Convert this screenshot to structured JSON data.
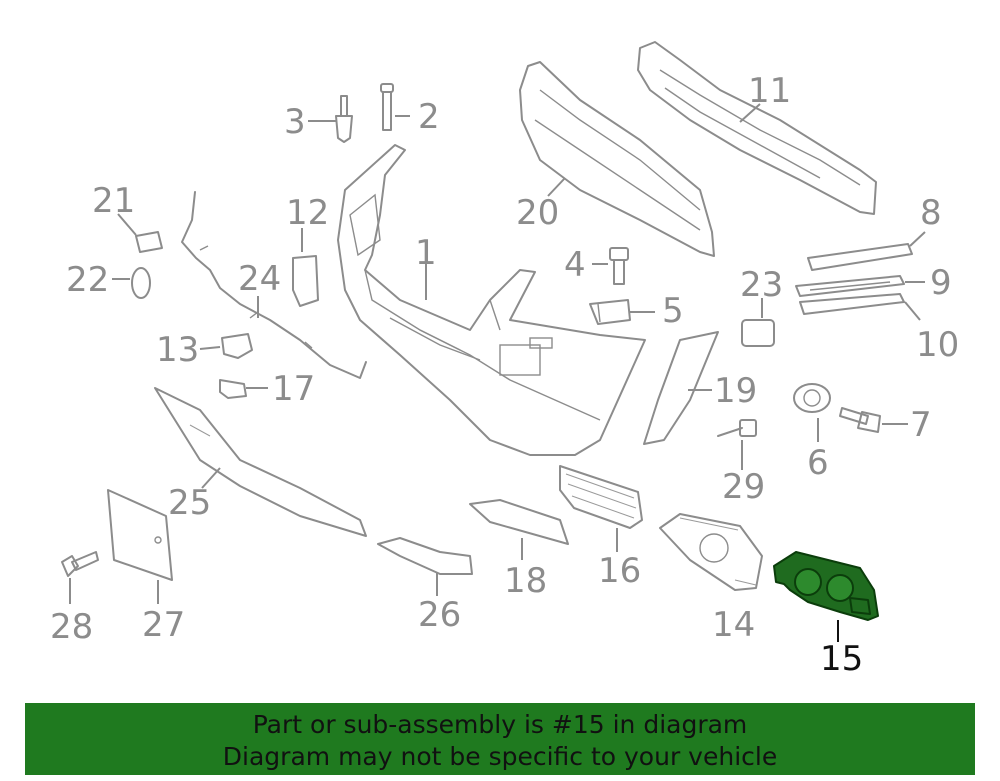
{
  "diagram": {
    "highlighted_part": "15",
    "labels": {
      "p1": "1",
      "p2": "2",
      "p3": "3",
      "p4": "4",
      "p5": "5",
      "p6": "6",
      "p7": "7",
      "p8": "8",
      "p9": "9",
      "p10": "10",
      "p11": "11",
      "p12": "12",
      "p13": "13",
      "p14": "14",
      "p15": "15",
      "p16": "16",
      "p17": "17",
      "p18": "18",
      "p19": "19",
      "p20": "20",
      "p21": "21",
      "p22": "22",
      "p23": "23",
      "p24": "24",
      "p25": "25",
      "p26": "26",
      "p27": "27",
      "p28": "28",
      "p29": "29"
    },
    "colors": {
      "part_stroke": "#8c8c8c",
      "highlight_fill": "#1f6b1f",
      "banner_bg": "#1f7a1f"
    }
  },
  "banner": {
    "line1": "Part or sub-assembly is #15 in diagram",
    "line2": "Diagram may not be specific to your vehicle"
  }
}
